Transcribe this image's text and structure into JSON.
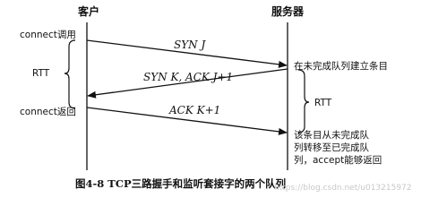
{
  "headers": {
    "client": "客户",
    "server": "服务器"
  },
  "client_notes": {
    "connect_call": "connect调用",
    "rtt": "RTT",
    "connect_return": "connect返回"
  },
  "server_notes": {
    "incomplete_entry": "在未完成队列建立条目",
    "rtt": "RTT",
    "move_entry_lines": [
      "该条目从未完成队",
      "列转移至已完成队",
      "列，accept能够返回"
    ]
  },
  "messages": {
    "syn_j": "SYN J",
    "syn_k_ack": "SYN K, ACK J+1",
    "ack_k": "ACK K+1"
  },
  "caption": "图4-8   TCP三路握手和监听套接字的两个队列",
  "watermark": "https://blog.csdn.net/u013215972"
}
